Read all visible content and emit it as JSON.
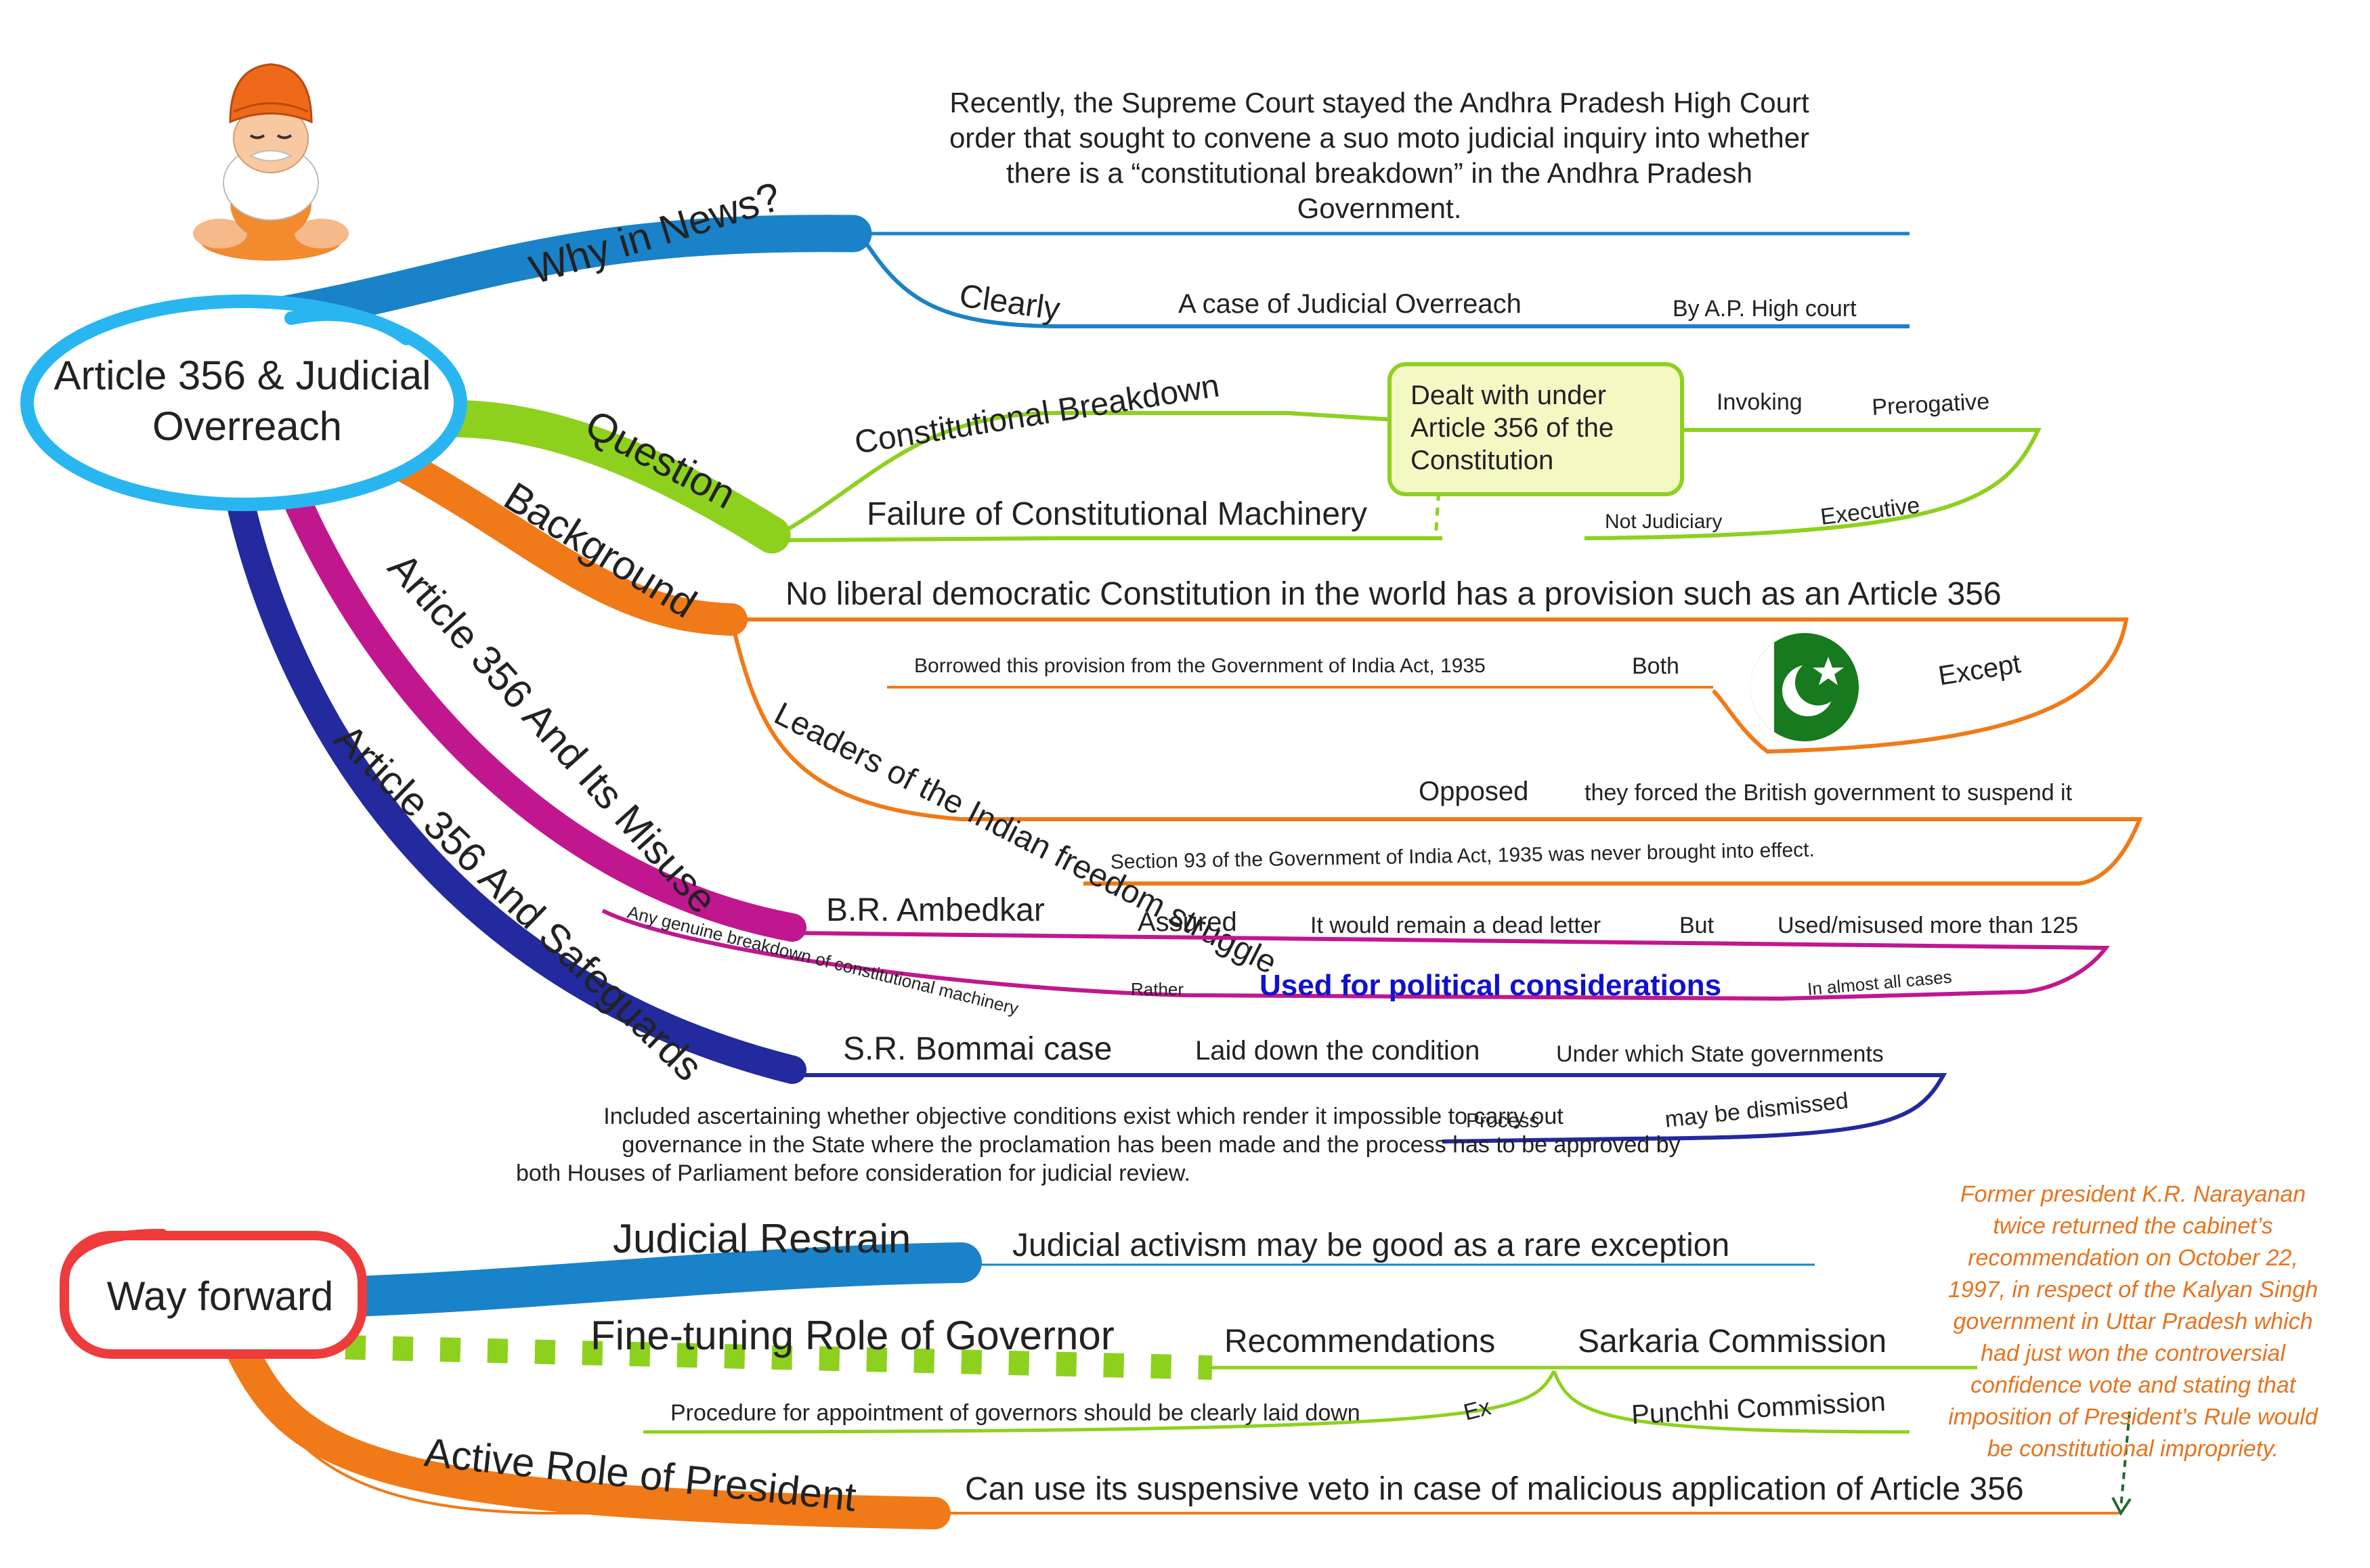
{
  "colors": {
    "blue_branch": "#1a82c8",
    "green_branch": "#8dd11e",
    "orange_branch": "#f07a17",
    "magenta_branch": "#c0178f",
    "navy_branch": "#222a9e",
    "central_ring": "#29b6f0",
    "way_forward_ring": "#ee3b3b",
    "note_text": "#e8731e",
    "highlight_text": "#1111cc",
    "callout_fill": "#f4f9c4"
  },
  "icons": [
    "sage-mascot-icon",
    "pakistan-flag-icon"
  ],
  "central": {
    "line1": "Article 356 & Judicial",
    "line2": "Overreach"
  },
  "news": {
    "branch": "Why in News?",
    "text": [
      "Recently, the Supreme Court stayed the Andhra Pradesh High Court",
      "order that sought to convene a suo moto judicial inquiry into whether",
      "there is a “constitutional breakdown” in the Andhra Pradesh",
      "Government."
    ],
    "clearly": "Clearly",
    "case": "A case of Judicial Overreach",
    "by": "By A.P. High court"
  },
  "question": {
    "branch": "Question",
    "breakdown": "Constitutional Breakdown",
    "failure": "Failure of Constitutional Machinery",
    "box": [
      "Dealt with under",
      "Article 356 of the",
      "Constitution"
    ],
    "invoking": "Invoking",
    "prerogative": "Prerogative",
    "not_judiciary": "Not Judiciary",
    "executive": "Executive"
  },
  "background": {
    "branch": "Background",
    "no_liberal": "No liberal democratic Constitution in the world has a provision such as an Article 356",
    "borrowed": "Borrowed this provision from the Government of India Act, 1935",
    "both": "Both",
    "except": "Except",
    "leaders": "Leaders of the Indian freedom struggle",
    "opposed": "Opposed",
    "forced": "they forced the British government to suspend it",
    "section93": "Section 93 of the Government of India Act, 1935 was never brought into effect."
  },
  "misuse": {
    "branch": "Article 356 And Its Misuse",
    "ambedkar": "B.R. Ambedkar",
    "assured": "Assured",
    "dead_letter": "It would remain a dead letter",
    "but": "But",
    "used_125": "Used/misused more than 125",
    "genuine": "Any genuine breakdown of constitutional machinery",
    "rather": "Rather",
    "political": "Used for political considerations",
    "almost": "In almost all cases"
  },
  "safeguards": {
    "branch": "Article 356 And Safeguards",
    "bommai": "S.R. Bommai case",
    "laid": "Laid down the condition",
    "under_which": "Under which State governments",
    "process": "Process",
    "dismissed": "may be dismissed",
    "included": [
      "Included ascertaining whether objective conditions exist which render it impossible to carry out",
      "governance in the State where the proclamation has been made and the process has to be approved by",
      "both Houses of Parliament before consideration for judicial review."
    ]
  },
  "way_forward": {
    "title": "Way forward",
    "restrain": "Judicial Restrain",
    "activism": "Judicial activism may be good as a rare exception",
    "governor": "Fine-tuning Role of Governor",
    "recommendations": "Recommendations",
    "sarkaria": "Sarkaria Commission",
    "punchhi": "Punchhi Commission",
    "ex": "Ex",
    "procedure": "Procedure for appointment of governors should be clearly laid down",
    "president": "Active Role of President",
    "veto": "Can use its suspensive veto in case of malicious application of Article 356"
  },
  "side_note": [
    "Former president K.R. Narayanan",
    "twice returned the cabinet’s",
    "recommendation on October 22,",
    "1997, in respect of the Kalyan Singh",
    "government in Uttar Pradesh which",
    "had just won the controversial",
    "confidence vote and stating that",
    "imposition of President’s Rule would",
    "be constitutional impropriety."
  ]
}
